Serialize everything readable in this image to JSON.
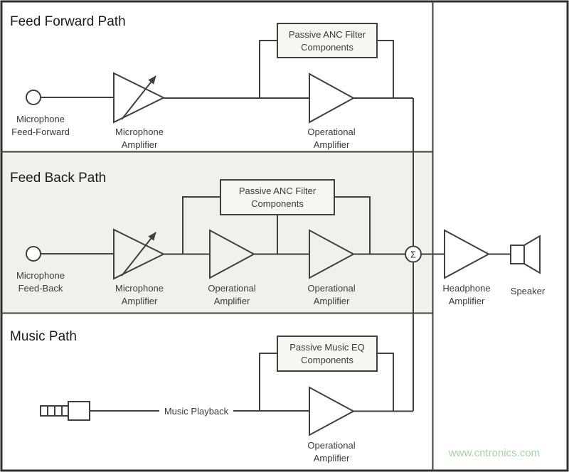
{
  "colors": {
    "line": "#3f3f3f",
    "feedback_section_bg": "#f0f0ed",
    "component_box_bg": "#f6f6f2",
    "watermark_green": "#a5d6a1"
  },
  "feed_forward": {
    "title": "Feed Forward Path",
    "mic_label": [
      "Microphone",
      "Feed-Forward"
    ],
    "mic_amp_label": [
      "Microphone",
      "Amplifier"
    ],
    "filter_box": [
      "Passive ANC Filter",
      "Components"
    ],
    "op_amp_label": [
      "Operational",
      "Amplifier"
    ]
  },
  "feed_back": {
    "title": "Feed Back Path",
    "mic_label": [
      "Microphone",
      "Feed-Back"
    ],
    "mic_amp_label": [
      "Microphone",
      "Amplifier"
    ],
    "filter_box": [
      "Passive ANC Filter",
      "Components"
    ],
    "op_amp1_label": [
      "Operational",
      "Amplifier"
    ],
    "op_amp2_label": [
      "Operational",
      "Amplifier"
    ],
    "summer_symbol": "Σ"
  },
  "output_stage": {
    "headphone_amp_label": [
      "Headphone",
      "Amplifier"
    ],
    "speaker_label": "Speaker"
  },
  "music": {
    "title": "Music Path",
    "playback_label": "Music Playback",
    "eq_box": [
      "Passive Music EQ",
      "Components"
    ],
    "op_amp_label": [
      "Operational",
      "Amplifier"
    ]
  },
  "watermark": "www.cntronics.com"
}
